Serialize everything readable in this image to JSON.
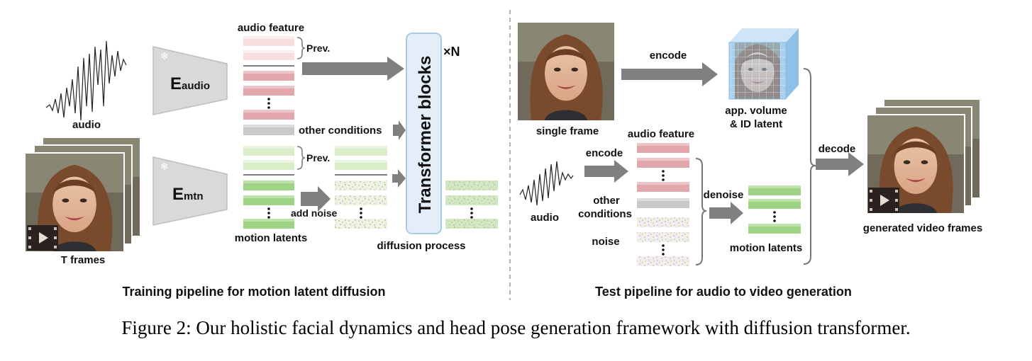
{
  "training": {
    "title": "Training pipeline for motion latent diffusion",
    "audio_label": "audio",
    "frames_label": "T frames",
    "audio_encoder": {
      "main": "E",
      "sub": "audio"
    },
    "motion_encoder": {
      "main": "E",
      "sub": "mtn"
    },
    "audio_feature_label": "audio feature",
    "prev_label_1": "Prev.",
    "prev_label_2": "Prev.",
    "other_conditions_label": "other conditions",
    "motion_latents_label": "motion latents",
    "add_noise_label": "add noise",
    "diffusion_process_label": "diffusion process",
    "transformer_label": "Transformer blocks",
    "repeat_label": "×N"
  },
  "test": {
    "title": "Test pipeline for audio to video generation",
    "single_frame_label": "single frame",
    "encode_label_1": "encode",
    "encode_label_2": "encode",
    "app_volume_line1": "app. volume",
    "app_volume_line2": "& ID latent",
    "audio_feature_label": "audio feature",
    "audio_label": "audio",
    "other_conditions_line1": "other",
    "other_conditions_line2": "conditions",
    "noise_label": "noise",
    "denoise_label": "denoise",
    "motion_latents_label": "motion latents",
    "decode_label": "decode",
    "generated_label": "generated video frames"
  },
  "caption": "Figure 2: Our holistic facial dynamics and head pose generation framework with diffusion transformer.",
  "colors": {
    "pink_light": "#f6dede",
    "pink": "#e2a7ab",
    "green_light": "#d8edc8",
    "green": "#9fd487",
    "gray_block": "#c9c9c9",
    "arrow": "#808080",
    "encoder": "#d9d9d9",
    "transformer_fill": "#e3eef9",
    "transformer_stroke": "#a9cbe8",
    "volume": "#a9d0ef"
  },
  "icons": [
    "snowflake-icon",
    "play-icon",
    "face-image",
    "waveform-icon",
    "film-strip-icon"
  ]
}
